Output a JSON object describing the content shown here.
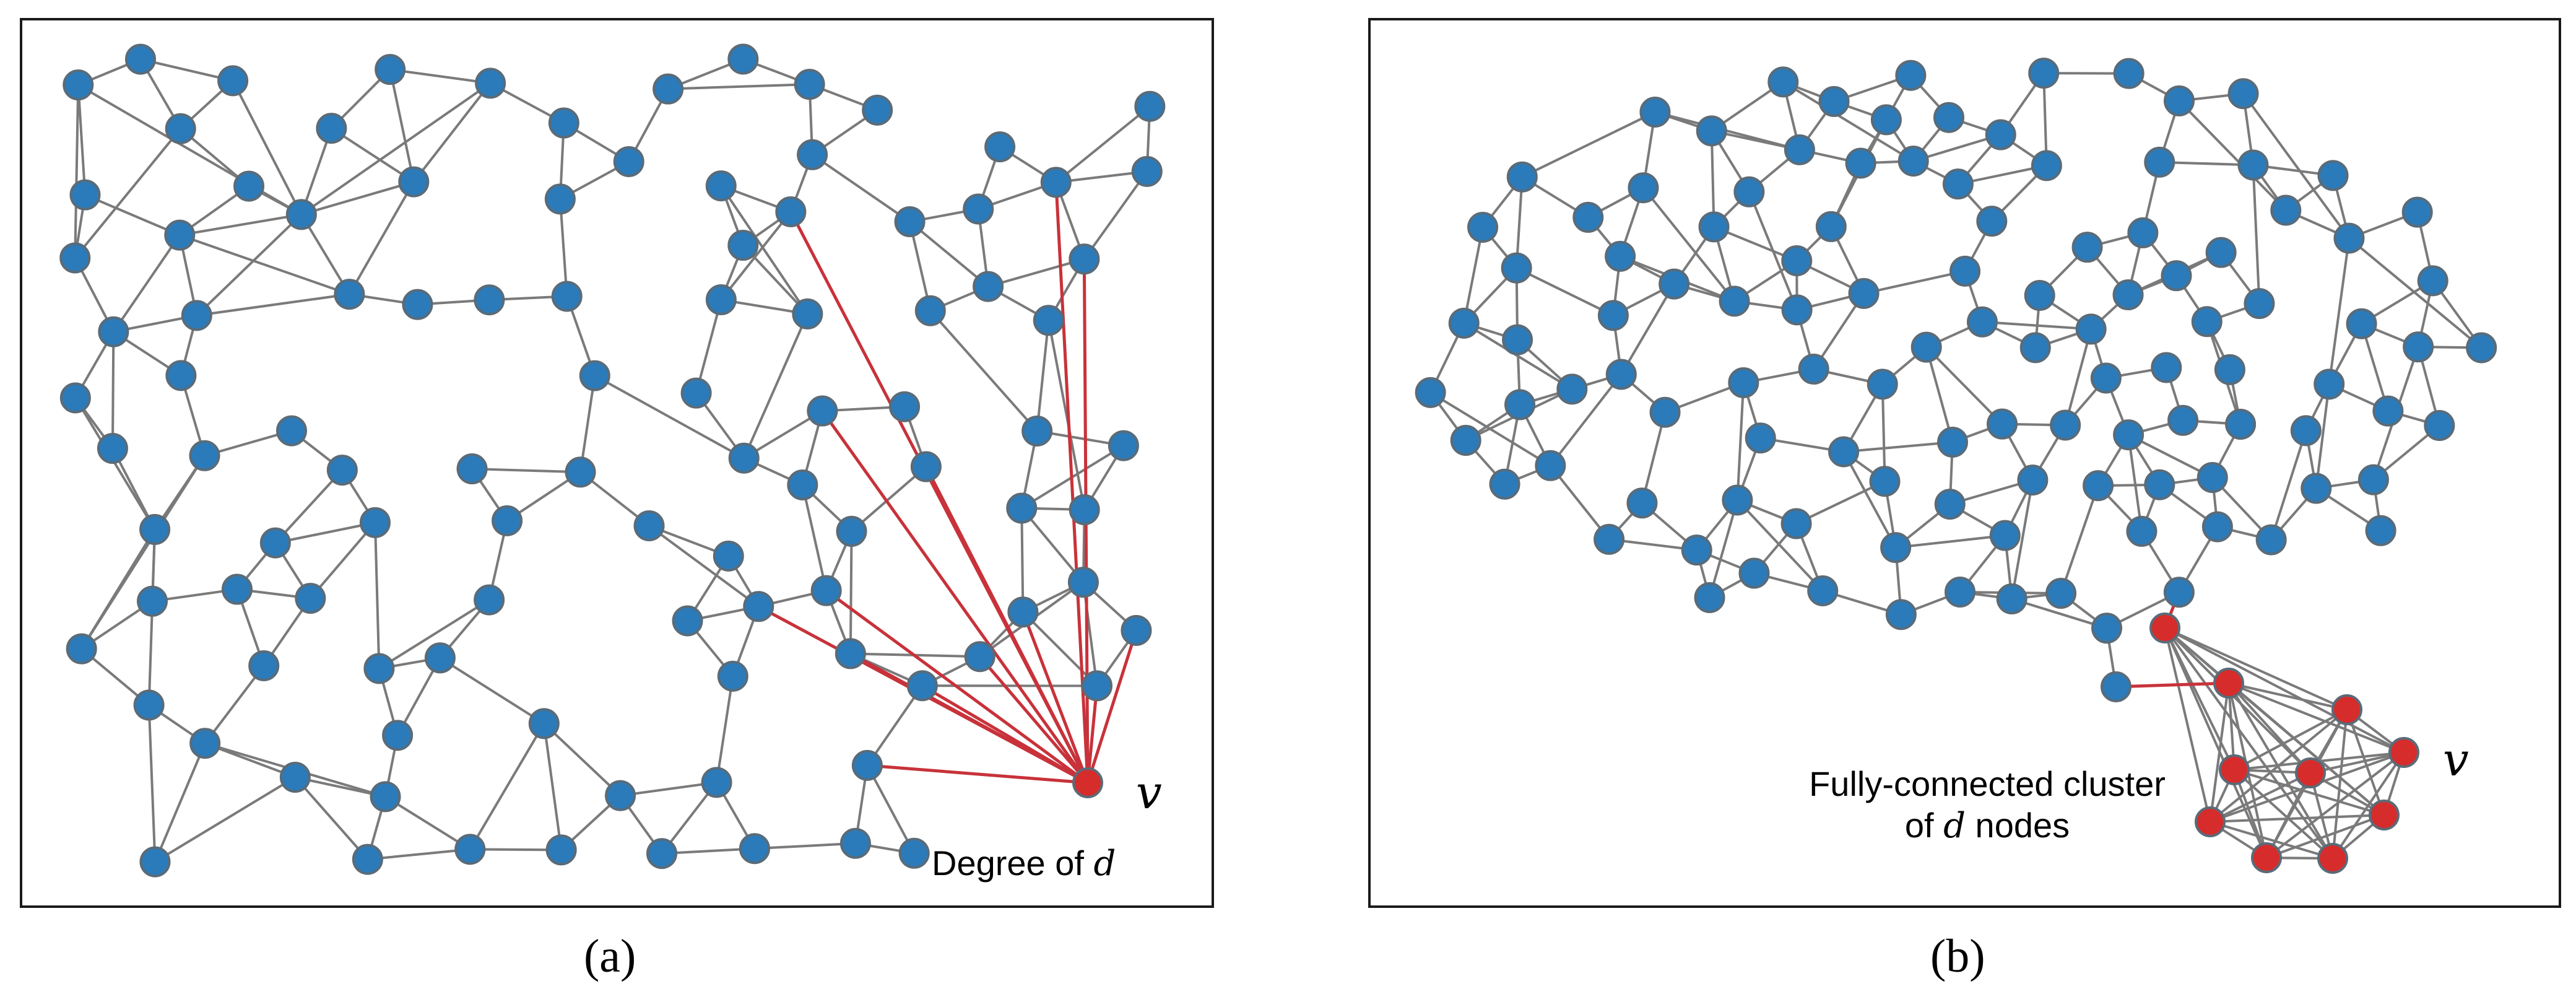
{
  "panel_a": {
    "label": "(a)",
    "node_label": "v",
    "annotation_prefix": "Degree of ",
    "annotation_var": "d"
  },
  "panel_b": {
    "label": "(b)",
    "node_label": "v",
    "annotation_line1": "Fully-connected cluster",
    "annotation_line2_prefix": "of ",
    "annotation_var": "d",
    "annotation_line2_suffix": " nodes"
  },
  "colors": {
    "node_blue": "#2b7bba",
    "node_red": "#d62c2c",
    "edge_gray": "#7a7a7a",
    "edge_red": "#c8323a",
    "node_stroke": "#5a6b78"
  }
}
